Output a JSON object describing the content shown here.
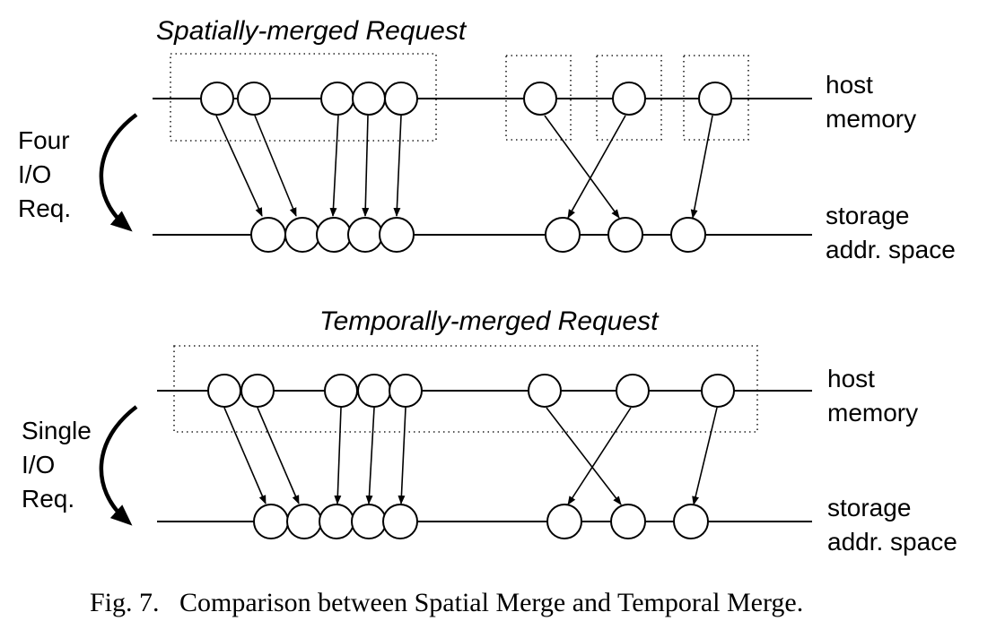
{
  "panel_top": {
    "title": "Spatially-merged Request",
    "side_label": [
      "Four",
      "I/O",
      "Req."
    ],
    "host_label": [
      "host",
      "memory"
    ],
    "storage_label": [
      "storage",
      "addr. space"
    ]
  },
  "panel_bottom": {
    "title": "Temporally-merged Request",
    "side_label": [
      "Single",
      "I/O",
      "Req."
    ],
    "host_label": [
      "host",
      "memory"
    ],
    "storage_label": [
      "storage",
      "addr. space"
    ]
  },
  "caption": "Fig. 7.   Comparison between Spatial Merge and Temporal Merge.",
  "colors": {
    "ink": "#000000",
    "background": "#ffffff"
  }
}
